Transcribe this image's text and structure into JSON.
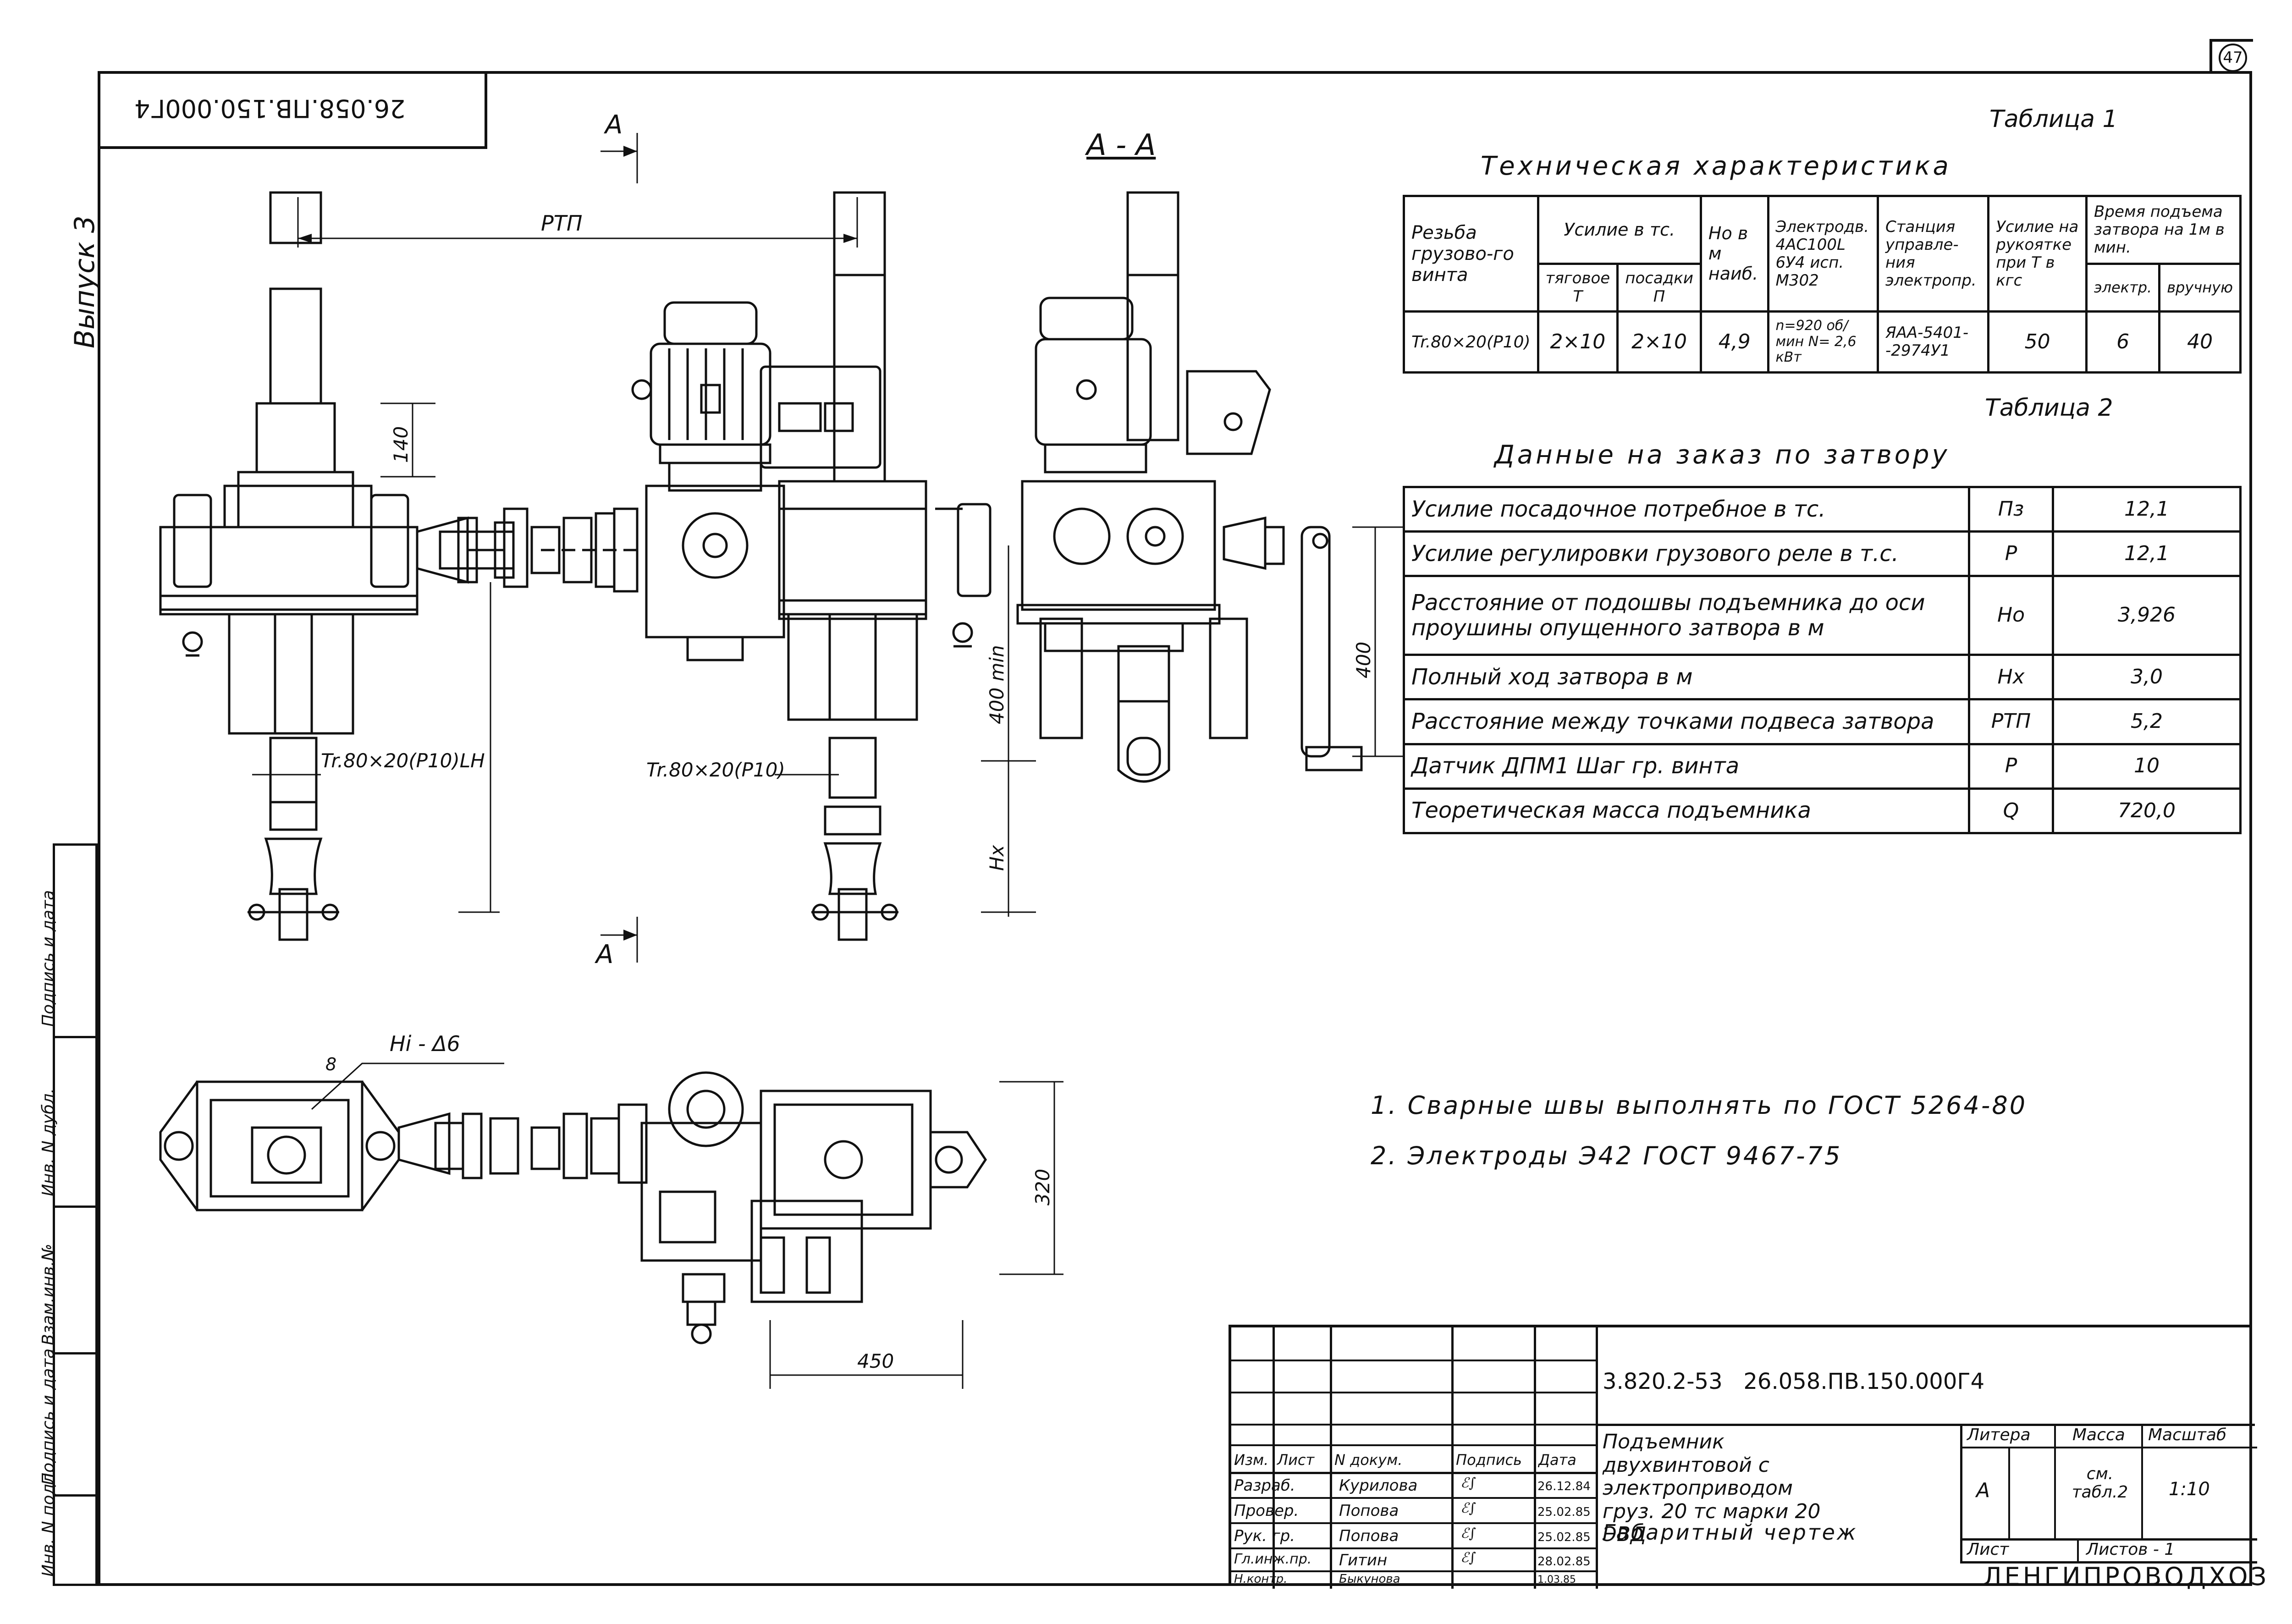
{
  "sheet_number": "47",
  "top_code_mirrored": "26.058.ПВ.150.000Г4",
  "issue_label": "Выпуск 3",
  "side_stamp": [
    "Инв. N подл.",
    "Подпись и дата",
    "Взам.инв.№",
    "Инв. N дубл.",
    "Подпись и дата"
  ],
  "drawing_labels": {
    "section_a": "А",
    "section_aa": "А - А",
    "ptp": "РТП",
    "dim_140": "140",
    "dim_400min": "400 min",
    "dim_hx": "Hx",
    "dim_400": "400",
    "thread_left": "Tr.80×20(P10)LH",
    "thread_right": "Tr.80×20(P10)",
    "weld_note": "Hi - Δ6",
    "leader_8": "8",
    "dim_320": "320",
    "dim_450": "450"
  },
  "table1": {
    "caption": "Таблица 1",
    "title": "Техническая характеристика",
    "headers": {
      "thread": "Резьба грузово-го винта",
      "force": "Усилие в тс.",
      "pull": "тяговое Т",
      "set": "посадки П",
      "ho": "Но в м наиб.",
      "motor": "Электродв. 4АС100L 6У4 исп. М302",
      "station": "Станция управле-ния электропр.",
      "handle": "Усилие на рукоятке при Т в кгс",
      "time": "Время подъема затвора на 1м в мин.",
      "electro": "электр.",
      "manual": "вручную"
    },
    "row": {
      "thread": "Tr.80×20(P10)",
      "pull": "2×10",
      "set": "2×10",
      "ho": "4,9",
      "motor": "n=920 об/мин N= 2,6 кВт",
      "station": "ЯАА-5401--2974У1",
      "handle": "50",
      "electro": "6",
      "manual": "40"
    }
  },
  "table2": {
    "caption": "Таблица 2",
    "title": "Данные на заказ по затвору",
    "rows": [
      {
        "name": "Усилие посадочное потребное в тс.",
        "sym": "Пз",
        "val": "12,1"
      },
      {
        "name": "Усилие регулировки грузового реле в т.с.",
        "sym": "Р",
        "val": "12,1"
      },
      {
        "name": "Расстояние от подошвы подъемника до оси проушины опущенного затвора в м",
        "sym": "Но",
        "val": "3,926"
      },
      {
        "name": "Полный ход затвора в м",
        "sym": "Нх",
        "val": "3,0"
      },
      {
        "name": "Расстояние между точками подвеса затвора",
        "sym": "РТП",
        "val": "5,2"
      },
      {
        "name": "Датчик ДПМ1 Шаг гр. винта",
        "sym": "Р",
        "val": "10"
      },
      {
        "name": "Теоретическая масса подъемника",
        "sym": "Q",
        "val": "720,0"
      }
    ]
  },
  "notes": [
    "1. Сварные швы выполнять по ГОСТ 5264-80",
    "2. Электроды Э42 ГОСТ 9467-75"
  ],
  "title_block": {
    "doc_code": "3.820.2-53   26.058.ПВ.150.000Г4",
    "name": "Подъемник двухвинтовой с электроприводом груз. 20 тс марки 20 ЭВД",
    "doc_type": "Габаритный чертеж",
    "col_headers": [
      "Изм.",
      "Лист",
      "N докум.",
      "Подпись",
      "Дата"
    ],
    "litera_label": "Литера",
    "mass_label": "Масса",
    "scale_label": "Масштаб",
    "litera": "А",
    "mass": "см. табл.2",
    "scale": "1:10",
    "sheet_label": "Лист",
    "sheets_label": "Листов - 1",
    "org": "ЛЕНГИПРОВОДХОЗ",
    "people": [
      {
        "role": "Разраб.",
        "name": "Курилова",
        "date": "26.12.84"
      },
      {
        "role": "Провер.",
        "name": "Попова",
        "date": "25.02.85"
      },
      {
        "role": "Рук. гр.",
        "name": "Попова",
        "date": "25.02.85"
      },
      {
        "role": "Гл.инж.пр.",
        "name": "Гитин",
        "date": "28.02.85"
      },
      {
        "role": "Н.контр.",
        "name": "Быкунова",
        "date": "1.03.85"
      }
    ]
  }
}
